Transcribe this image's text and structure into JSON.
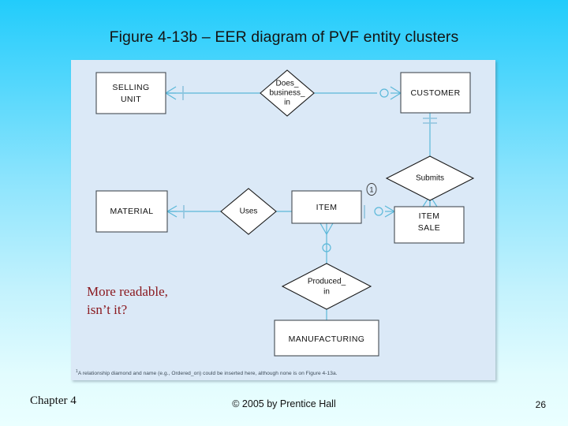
{
  "slide": {
    "title": "Figure 4-13b – EER diagram of PVF entity clusters",
    "background_top_color": "#22ccfb",
    "background_bottom_color": "#eaffff"
  },
  "diagram": {
    "panel_color": "#dbe9f7",
    "connector_color": "#5bb8d9",
    "entities": [
      {
        "id": "selling-unit",
        "label_line1": "SELLING",
        "label_line2": "UNIT"
      },
      {
        "id": "customer",
        "label_line1": "CUSTOMER",
        "label_line2": ""
      },
      {
        "id": "material",
        "label_line1": "MATERIAL",
        "label_line2": ""
      },
      {
        "id": "item",
        "label_line1": "ITEM",
        "label_line2": ""
      },
      {
        "id": "item-sale",
        "label_line1": "ITEM",
        "label_line2": "SALE"
      },
      {
        "id": "manufacturing",
        "label_line1": "MANUFACTURING",
        "label_line2": ""
      }
    ],
    "relationships": [
      {
        "id": "does-business-in",
        "label_line1": "Does_",
        "label_line2": "business_",
        "label_line3": "in"
      },
      {
        "id": "submits",
        "label_line1": "Submits",
        "label_line2": "",
        "label_line3": ""
      },
      {
        "id": "uses",
        "label_line1": "Uses",
        "label_line2": "",
        "label_line3": ""
      },
      {
        "id": "produced-in",
        "label_line1": "Produced_",
        "label_line2": "in",
        "label_line3": ""
      }
    ],
    "footnote_marker": "1",
    "footnote": "A relationship diamond and name (e.g., Ordered_on) could be inserted here, although none is on Figure 4-13a."
  },
  "callout": {
    "line1": "More readable,",
    "line2": "isn’t it?",
    "color": "#8b1a20"
  },
  "footer": {
    "chapter": "Chapter 4",
    "copyright": "© 2005 by Prentice Hall",
    "page_number": "26"
  }
}
